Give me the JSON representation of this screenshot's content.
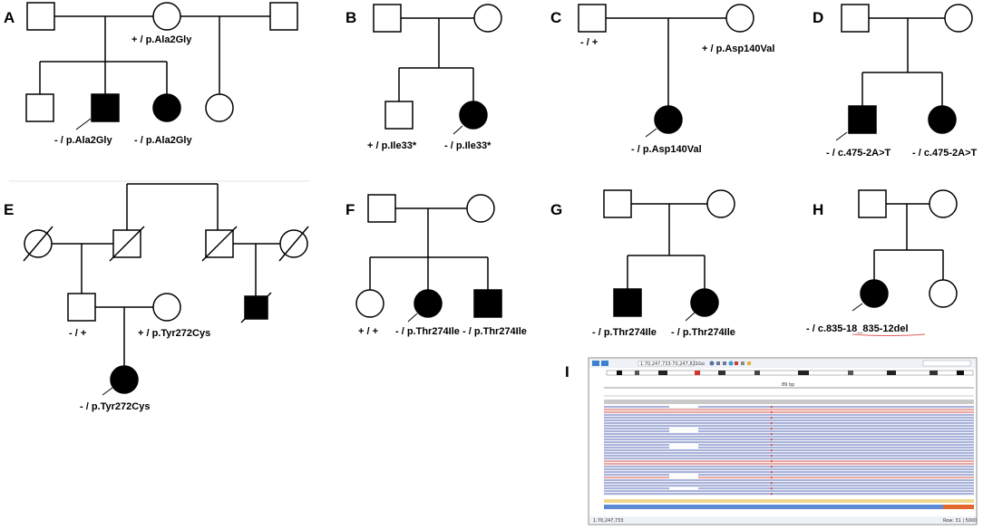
{
  "panels": {
    "A": {
      "letter": "A",
      "labels": {
        "mother": "+ / p.Ala2Gly",
        "son": "- / p.Ala2Gly",
        "daughter": "- / p.Ala2Gly"
      }
    },
    "B": {
      "letter": "B",
      "labels": {
        "son": "+ / p.Ile33*",
        "daughter": "- / p.Ile33*"
      }
    },
    "C": {
      "letter": "C",
      "labels": {
        "father": "- / +",
        "mother": "+ / p.Asp140Val",
        "daughter": "- / p.Asp140Val"
      }
    },
    "D": {
      "letter": "D",
      "labels": {
        "son": "- / c.475-2A>T",
        "daughter": "- / c.475-2A>T"
      }
    },
    "E": {
      "letter": "E",
      "labels": {
        "father": "- / +",
        "mother": "+ / p.Tyr272Cys",
        "daughter": "- / p.Tyr272Cys"
      }
    },
    "F": {
      "letter": "F",
      "labels": {
        "daughter1": "+ / +",
        "daughter2": "- / p.Thr274Ile",
        "son": "- / p.Thr274Ile"
      }
    },
    "G": {
      "letter": "G",
      "labels": {
        "son": "- / p.Thr274Ile",
        "daughter": "- / p.Thr274Ile"
      }
    },
    "H": {
      "letter": "H",
      "labels": {
        "daughter": "- / c.835-18_835-12del"
      }
    },
    "I": {
      "letter": "I"
    }
  },
  "igv": {
    "toolbar_location": "1:70,247,733-70,247,821",
    "go_label": "Go",
    "scale_label": "89 bp",
    "coord_left": "1:70,247,733",
    "coord_right": "Row: 31 | 5000"
  },
  "colors": {
    "affected": "#000000",
    "unaffected": "#ffffff",
    "read_forward": "#e8aba6",
    "read_reverse": "#aab4da",
    "deletion_marker": "#e0362c",
    "coverage": "#c9c9c9"
  }
}
